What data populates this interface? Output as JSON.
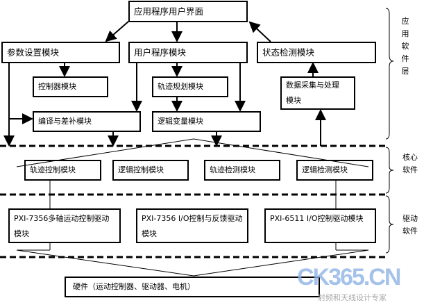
{
  "app_layer": {
    "ui": "应用程序用户界面",
    "param": "参数设置模块",
    "user_prog": "用户程序模块",
    "status": "状态检测模块",
    "controller": "控制器模块",
    "traj_plan": "轨迹规划模块",
    "daq": "数据采集与处理模块",
    "compile": "编译与差补模块",
    "logic_var": "逻辑变量模块"
  },
  "core_layer": {
    "traj_ctrl": "轨迹控制模块",
    "logic_ctrl": "逻辑控制模块",
    "traj_detect": "轨迹检测模块",
    "logic_detect": "逻辑检测模块"
  },
  "driver_layer": {
    "d1": "PXI-7356多轴运动控制驱动模块",
    "d2": "PXI-7356 I/O控制与反馈驱动模块",
    "d3": "PXI-6511 I/O控制驱动模块"
  },
  "hardware": "硬件（运动控制器、驱动器、电机）",
  "layer_labels": {
    "app": "应用软件层",
    "core": "核心软件",
    "driver": "驱动软件"
  },
  "watermark": {
    "logo": "CK365.CN",
    "tagline": "射频和天线设计专家"
  }
}
